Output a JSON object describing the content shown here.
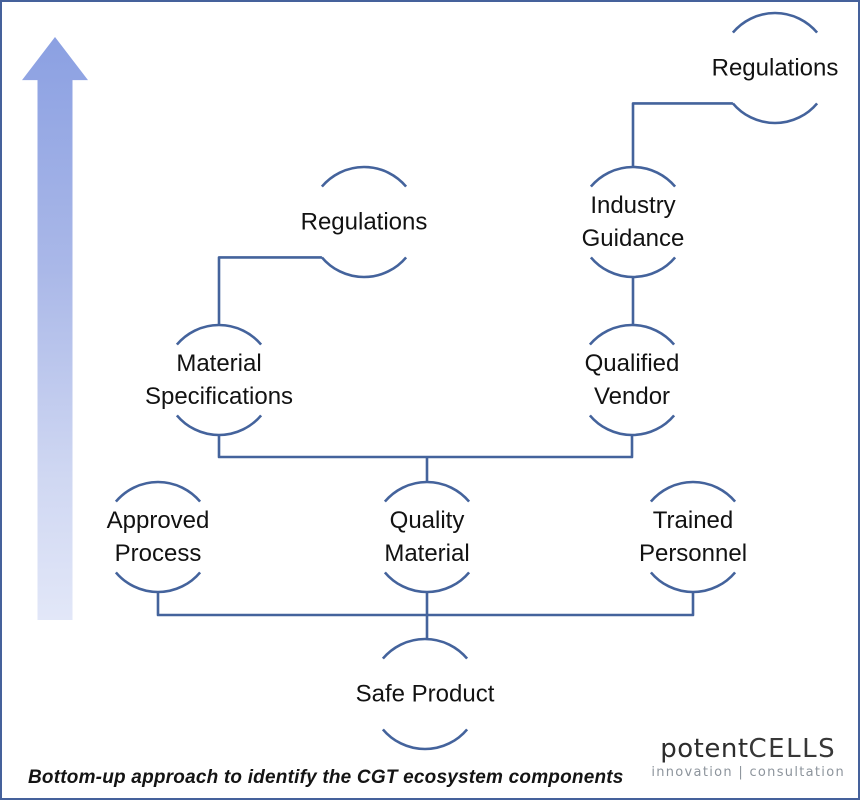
{
  "diagram": {
    "caption": "Bottom-up approach to identify the CGT ecosystem components",
    "nodes": {
      "regulations_top": {
        "lines": [
          "Regulations"
        ]
      },
      "industry_guidance": {
        "lines": [
          "Industry",
          "Guidance"
        ]
      },
      "regulations_mid": {
        "lines": [
          "Regulations"
        ]
      },
      "material_specifications": {
        "lines": [
          "Material",
          "Specifications"
        ]
      },
      "qualified_vendor": {
        "lines": [
          "Qualified",
          "Vendor"
        ]
      },
      "approved_process": {
        "lines": [
          "Approved",
          "Process"
        ]
      },
      "quality_material": {
        "lines": [
          "Quality",
          "Material"
        ]
      },
      "trained_personnel": {
        "lines": [
          "Trained",
          "Personnel"
        ]
      },
      "safe_product": {
        "lines": [
          "Safe Product"
        ]
      }
    },
    "icons": {
      "up_arrow": "gradient-up-arrow"
    },
    "colors": {
      "connector": "#44639c",
      "border": "#45619b",
      "arrow_gradient_top": "#8ba0e2",
      "arrow_gradient_bottom": "#e2e7f8",
      "label_text": "#121212"
    }
  },
  "logo": {
    "brand_primary": "potent",
    "brand_secondary": "CELLS",
    "tagline": "innovation | consultation"
  }
}
